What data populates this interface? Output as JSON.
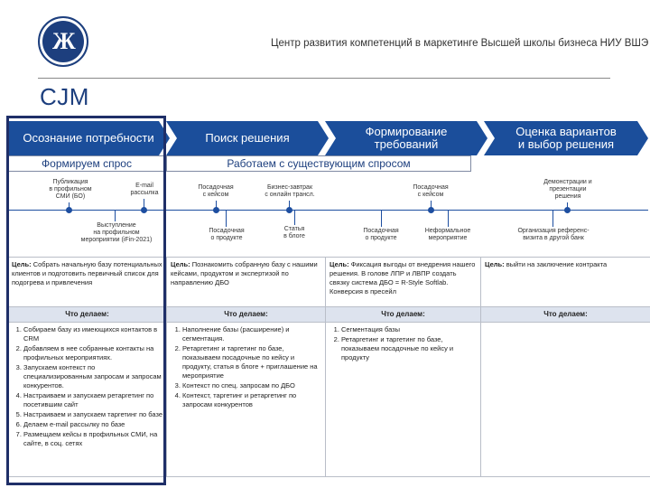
{
  "header": {
    "org": "Центр развития компетенций в маркетинге Высшей школы бизнеса НИУ ВШЭ"
  },
  "slide": {
    "title": "CJM"
  },
  "stages": [
    "Осознание потребности",
    "Поиск решения",
    "Формирование\nтребований",
    "Оценка вариантов\nи выбор решения"
  ],
  "bars": {
    "demand": "Формируем спрос",
    "existing": "Работаем с существующим спросом"
  },
  "touchpoints": {
    "pub": "Публикация\nв профильном\nСМИ (БО)",
    "email": "E-mail\nрассылка",
    "talk": "Выступление\nна профильном\nмероприятии (iFin-2021)",
    "landing1": "Посадочная\nс кейсом",
    "breakfast": "Бизнес-завтрак\nс онлайн трансл.",
    "landing_prod1": "Посадочная\nо продукте",
    "article": "Статья\nв блоге",
    "landing2": "Посадочная\nс кейсом",
    "landing_prod2": "Посадочная\nо продукте",
    "informal": "Неформальное\nмероприятие",
    "demo": "Демонстрации и\nпрезентации\nрешения",
    "visit": "Организация референс-\nвизита в другой банк"
  },
  "table": {
    "goal_prefix": "Цель:",
    "goals": [
      " Собрать начальную базу потенциальных клиентов и подготовить первичный список для подогрева и привлечения",
      " Познакомить собранную базу с нашими кейсами, продуктом и экспертизой по направлению ДБО",
      " Фиксация выгоды от внедрения нашего решения. В голове ЛПР и ЛВПР создать связку система ДБО = R-Style Softlab. Конверсия в пресейл",
      " выйти на заключение контракта"
    ],
    "do_header": "Что делаем:",
    "col1": [
      "Собираем базу из имеющихся контактов в CRM",
      "Добавляем в нее собранные контакты на профильных мероприятиях.",
      "Запускаем контекст по специализированным запросам и запросам конкурентов.",
      "Настраиваем и запускаем ретаргетинг по посетившим сайт",
      "Настраиваем и запускаем таргетинг по базе",
      "Делаем e-mail рассылку по базе",
      "Размещаем кейсы в профильных СМИ, на сайте, в соц. сетях"
    ],
    "col2": [
      "Наполнение базы (расширение) и сегментация.",
      "Ретаргетинг и таргетинг по базе, показываем посадочные по кейсу и продукту, статья в блоге + приглашение на мероприятие",
      "Контекст по спец. запросам по ДБО",
      "Контекст, таргетинг и ретаргетинг по запросам конкурентов"
    ],
    "col3": [
      "Сегментация базы",
      "Ретаргетинг и таргетинг по базе, показываем посадочные по кейсу и продукту"
    ]
  },
  "colors": {
    "navy": "#1d3f7e",
    "stage_blue": "#1b4e9b",
    "accent": "#1d4ea0"
  }
}
